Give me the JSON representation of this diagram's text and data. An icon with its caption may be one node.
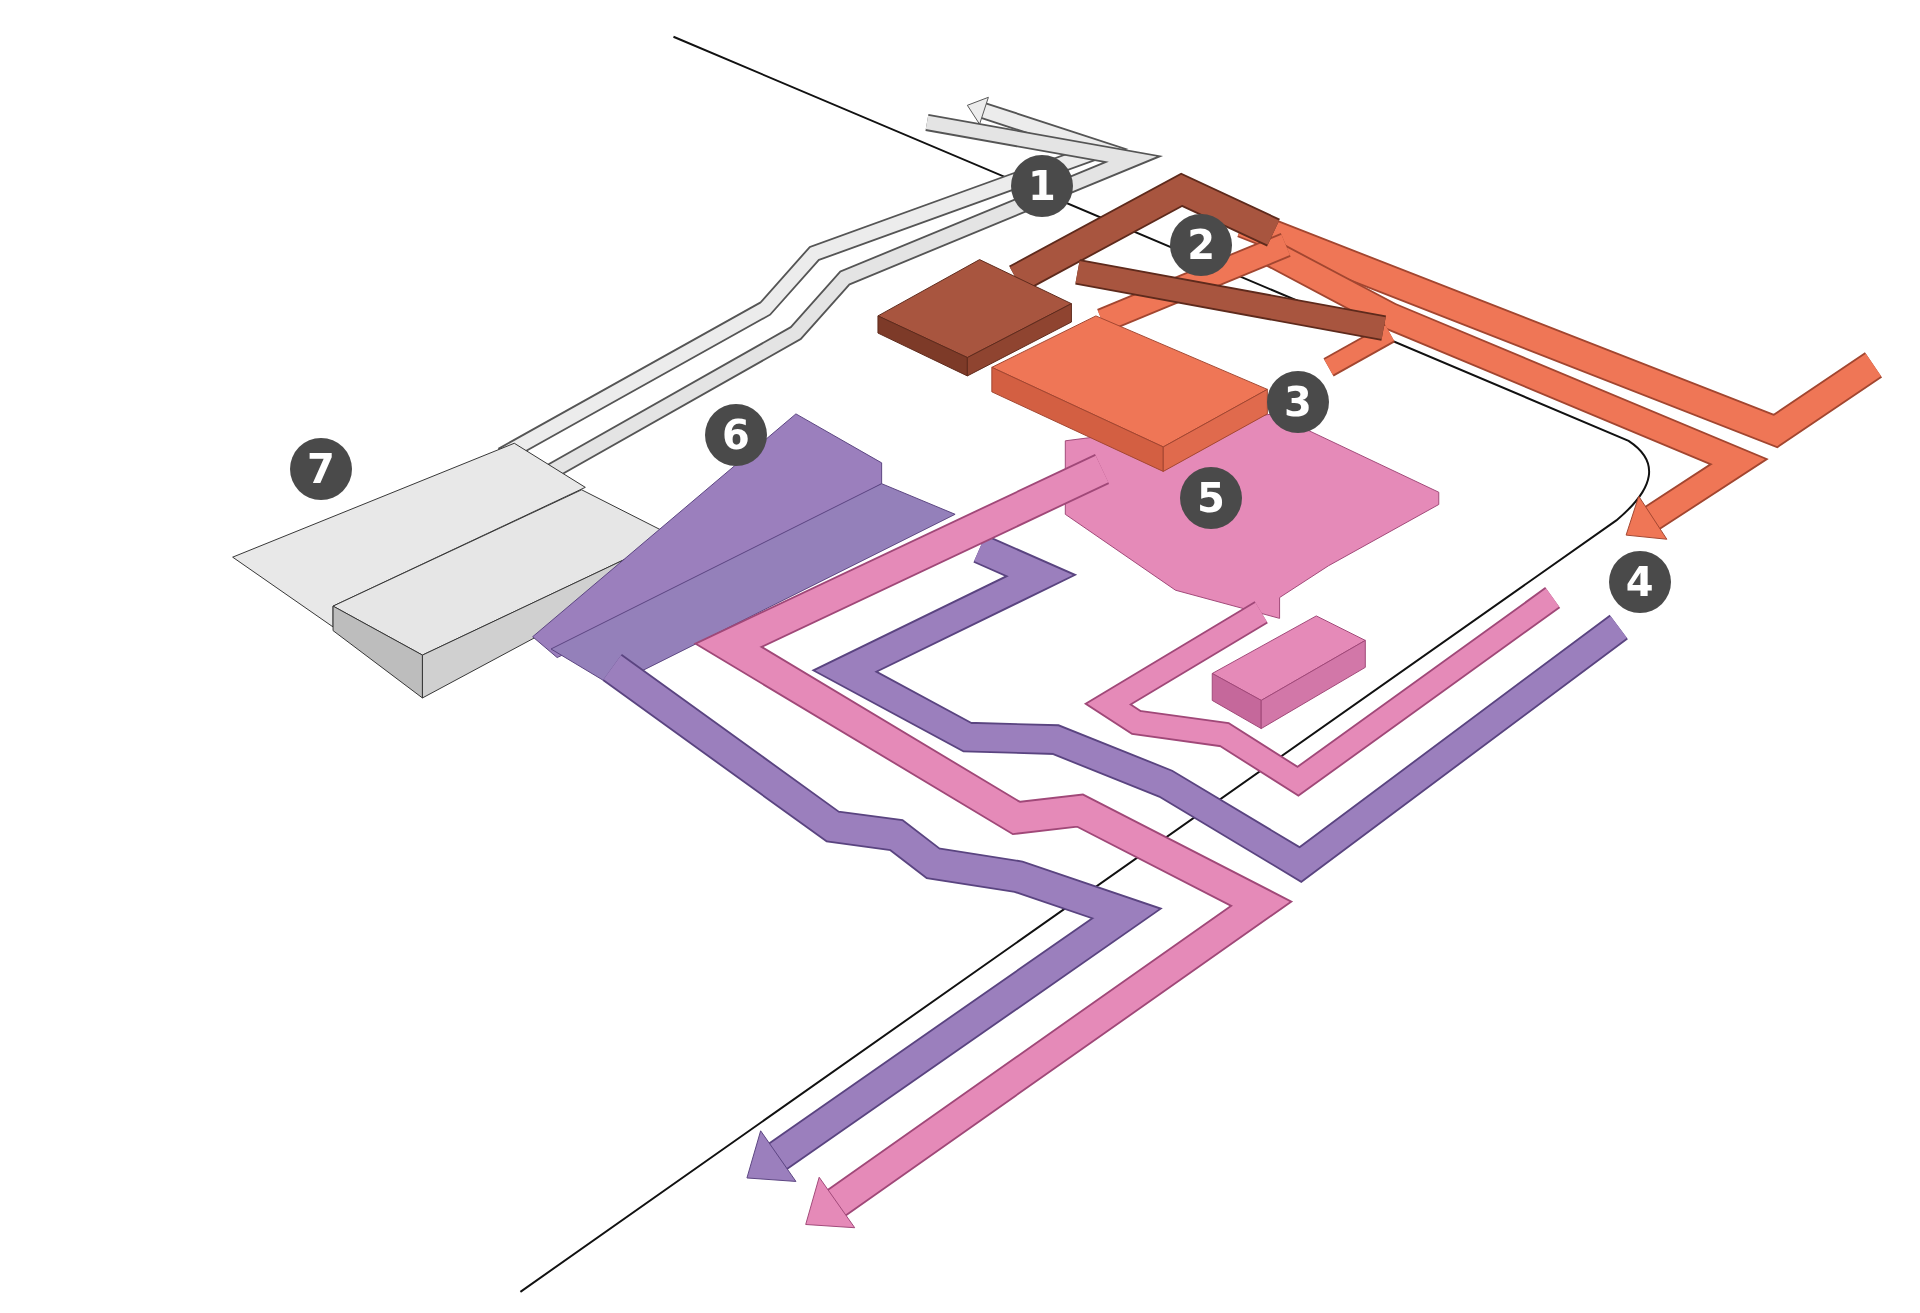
{
  "diagram": {
    "labels": [
      "1",
      "2",
      "3",
      "6",
      "7",
      "5",
      "4"
    ]
  }
}
